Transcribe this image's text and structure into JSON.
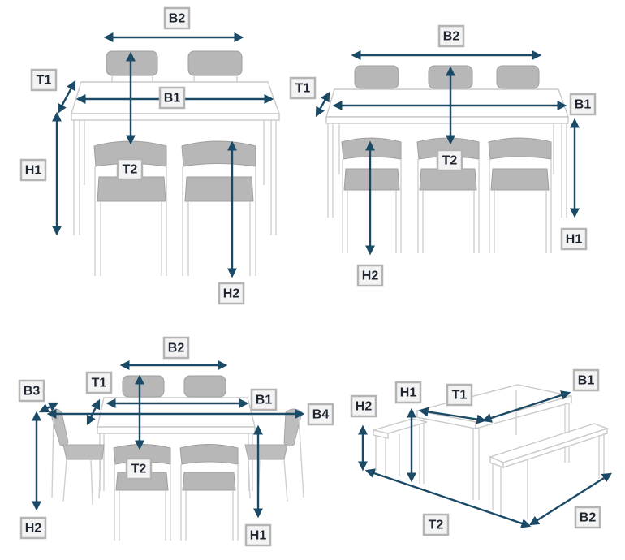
{
  "colors": {
    "dimension": "#1b4a66",
    "chair": "#b7b7b7",
    "label_bg": "#f3f3f3",
    "label_border": "#b4b4b4"
  },
  "panel1": {
    "labels": {
      "b2": "B2",
      "t1": "T1",
      "b1": "B1",
      "h1": "H1",
      "t2": "T2",
      "h2": "H2"
    }
  },
  "panel2": {
    "labels": {
      "b2": "B2",
      "t1": "T1",
      "b1": "B1",
      "t2": "T2",
      "h1": "H1",
      "h2": "H2"
    }
  },
  "panel3": {
    "labels": {
      "b2": "B2",
      "b3": "B3",
      "t1": "T1",
      "b1": "B1",
      "b4": "B4",
      "t2": "T2",
      "h2": "H2",
      "h1": "H1"
    }
  },
  "panel4": {
    "labels": {
      "h1": "H1",
      "t1": "T1",
      "b1": "B1",
      "h2": "H2",
      "t2": "T2",
      "b2": "B2"
    }
  }
}
